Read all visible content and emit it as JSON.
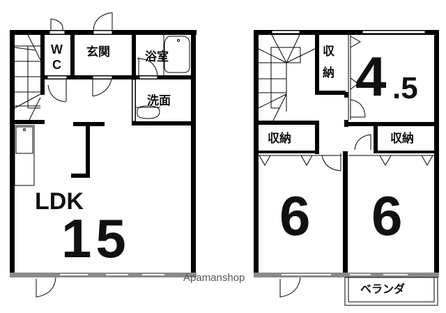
{
  "floor_plan": {
    "floor1": {
      "rooms": {
        "wc": {
          "label_w": "W",
          "label_c": "C"
        },
        "entrance": {
          "label": "玄関"
        },
        "bathroom": {
          "label": "浴室"
        },
        "washroom": {
          "label": "洗面"
        },
        "ldk": {
          "label": "LDK",
          "size": "15"
        }
      }
    },
    "floor2": {
      "rooms": {
        "storage_top": {
          "label_1": "収",
          "label_2": "納"
        },
        "room_45": {
          "size_main": "4",
          "size_dec": ".5"
        },
        "storage_left": {
          "label": "収納"
        },
        "storage_right": {
          "label": "収納"
        },
        "room_6a": {
          "size": "6"
        },
        "room_6b": {
          "size": "6"
        },
        "veranda": {
          "label": "ベランダ"
        }
      }
    },
    "watermark": "Apamanshop",
    "colors": {
      "wall": "#000000",
      "exterior_wall": "#8a8a8a",
      "background": "#ffffff"
    }
  }
}
